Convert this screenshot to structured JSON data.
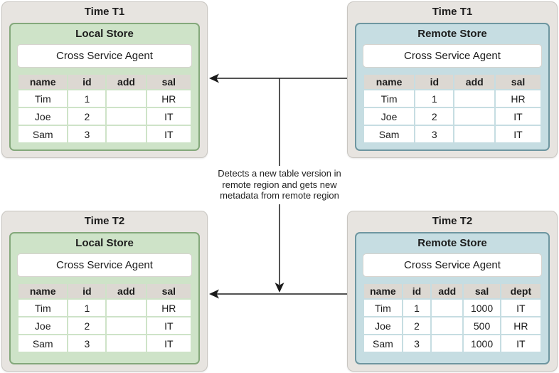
{
  "annotation": {
    "lines": [
      "Detects a new table version in",
      "remote region and gets new",
      "metadata from remote region"
    ]
  },
  "panels": [
    {
      "time_label": "Time T1",
      "store_label": "Local Store",
      "agent_label": "Cross Service Agent",
      "table": {
        "headers": [
          "name",
          "id",
          "add",
          "sal"
        ],
        "rows": [
          [
            "Tim",
            "1",
            "",
            "HR"
          ],
          [
            "Joe",
            "2",
            "",
            "IT"
          ],
          [
            "Sam",
            "3",
            "",
            "IT"
          ]
        ]
      }
    },
    {
      "time_label": "Time T1",
      "store_label": "Remote Store",
      "agent_label": "Cross Service Agent",
      "table": {
        "headers": [
          "name",
          "id",
          "add",
          "sal"
        ],
        "rows": [
          [
            "Tim",
            "1",
            "",
            "HR"
          ],
          [
            "Joe",
            "2",
            "",
            "IT"
          ],
          [
            "Sam",
            "3",
            "",
            "IT"
          ]
        ]
      }
    },
    {
      "time_label": "Time T2",
      "store_label": "Local Store",
      "agent_label": "Cross Service Agent",
      "table": {
        "headers": [
          "name",
          "id",
          "add",
          "sal"
        ],
        "rows": [
          [
            "Tim",
            "1",
            "",
            "HR"
          ],
          [
            "Joe",
            "2",
            "",
            "IT"
          ],
          [
            "Sam",
            "3",
            "",
            "IT"
          ]
        ]
      }
    },
    {
      "time_label": "Time T2",
      "store_label": "Remote Store",
      "agent_label": "Cross Service Agent",
      "table": {
        "headers": [
          "name",
          "id",
          "add",
          "sal",
          "dept"
        ],
        "rows": [
          [
            "Tim",
            "1",
            "",
            "1000",
            "IT"
          ],
          [
            "Joe",
            "2",
            "",
            "500",
            "HR"
          ],
          [
            "Sam",
            "3",
            "",
            "1000",
            "IT"
          ]
        ]
      }
    }
  ],
  "colors": {
    "panel_fill": "#e7e4e0",
    "panel_border": "#c9c6c1",
    "local_store_fill": "#cee3c8",
    "local_store_border": "#84a87b",
    "remote_store_fill": "#c6dde2",
    "remote_store_border": "#6e96a0",
    "table_header_fill": "#dcd8d2",
    "arrow": "#1a1a1a"
  }
}
